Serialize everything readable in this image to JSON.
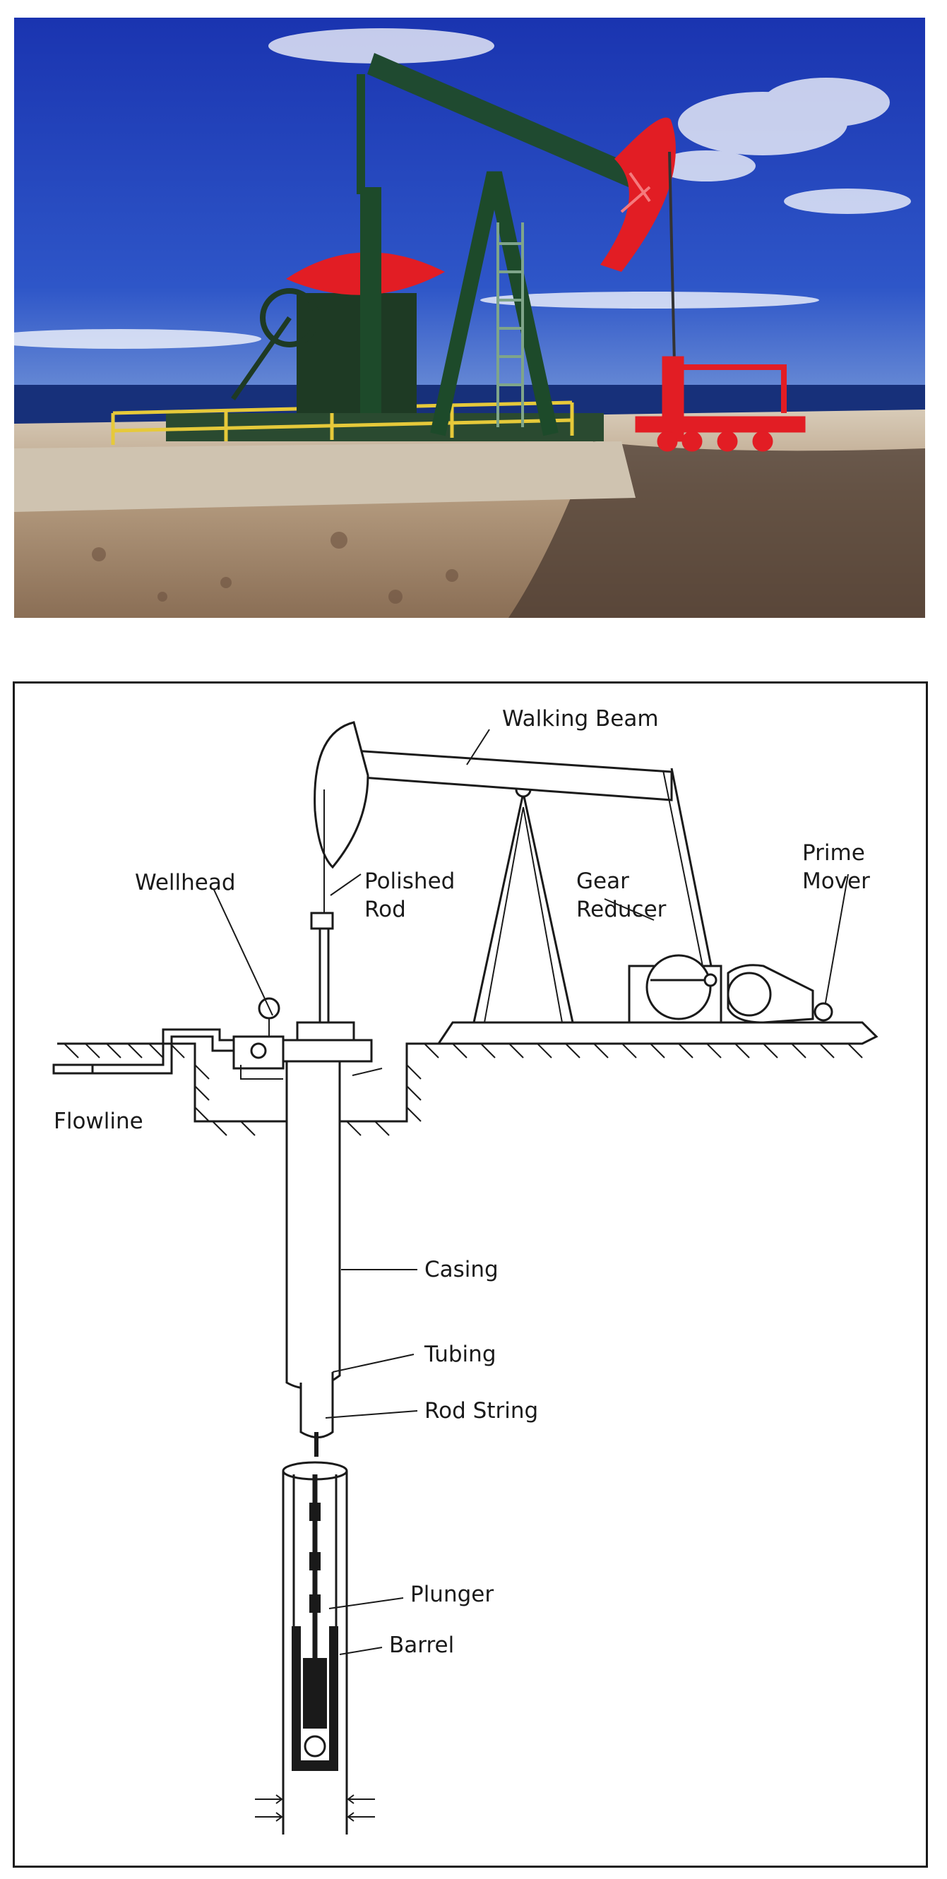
{
  "photo": {
    "subject": "oil pumpjack at well site",
    "colors": {
      "sky": "#1f3fb8",
      "structure": "#1f4a2a",
      "counterweight": "#e8242a",
      "ground": "#b9a58c"
    }
  },
  "diagram": {
    "labels": {
      "walking_beam": "Walking Beam",
      "gear_reducer_1": "Gear",
      "gear_reducer_2": "Reducer",
      "prime_mover_1": "Prime",
      "prime_mover_2": "Mover",
      "wellhead": "Wellhead",
      "polished_rod_1": "Polished",
      "polished_rod_2": "Rod",
      "flowline": "Flowline",
      "casing": "Casing",
      "tubing": "Tubing",
      "rod_string": "Rod String",
      "plunger": "Plunger",
      "barrel": "Barrel"
    }
  }
}
